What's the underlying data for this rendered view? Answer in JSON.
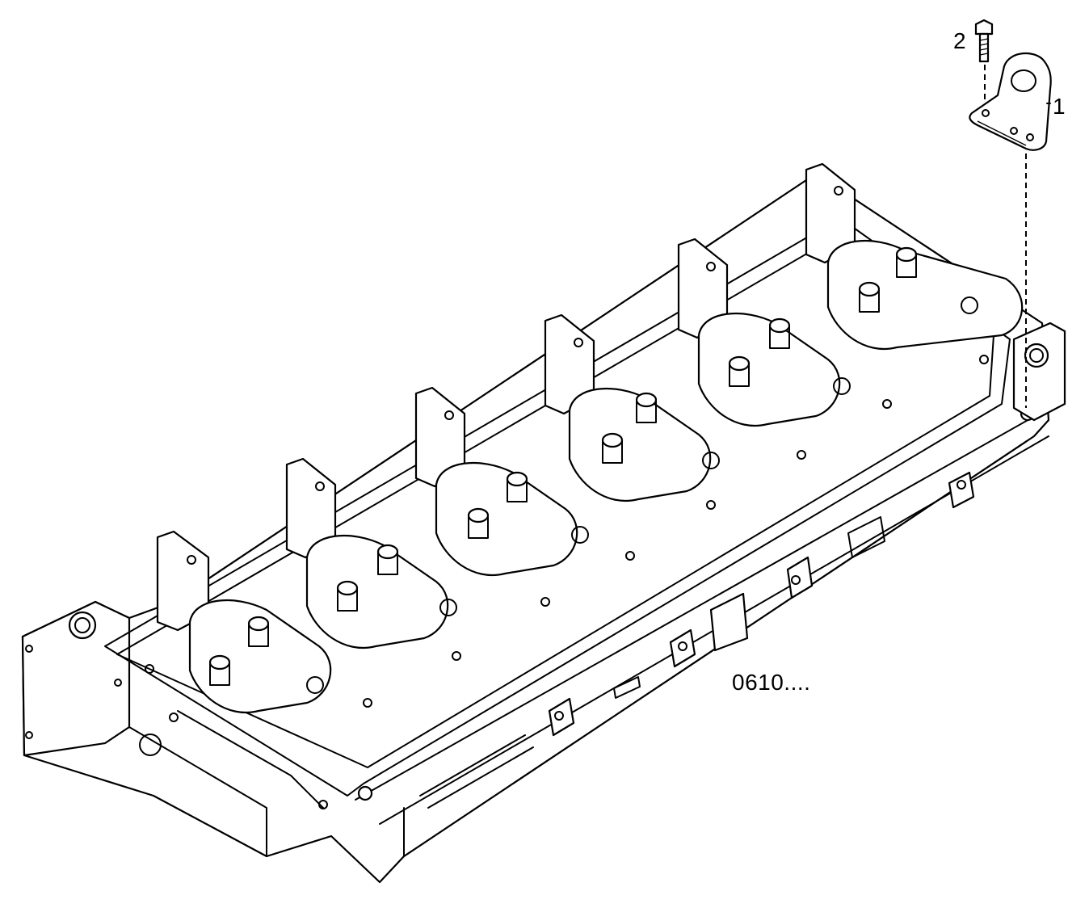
{
  "diagram": {
    "reference_code": "0610....",
    "callouts": [
      {
        "id": "1",
        "label": "1",
        "part": "bracket"
      },
      {
        "id": "2",
        "label": "2",
        "part": "bolt"
      }
    ]
  }
}
